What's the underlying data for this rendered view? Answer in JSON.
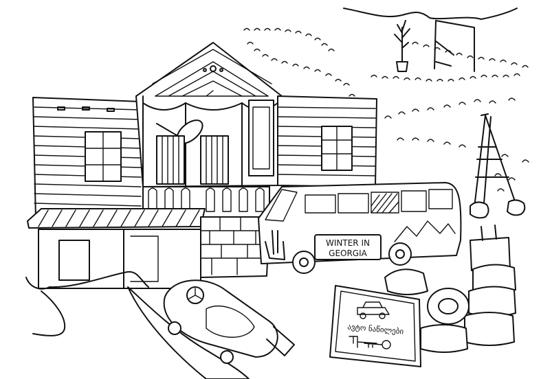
{
  "bus": {
    "sign_line1": "WINTER IN",
    "sign_line2": "GEORGIA"
  },
  "road_sign": {
    "text": "ავტო ნაწილები"
  }
}
